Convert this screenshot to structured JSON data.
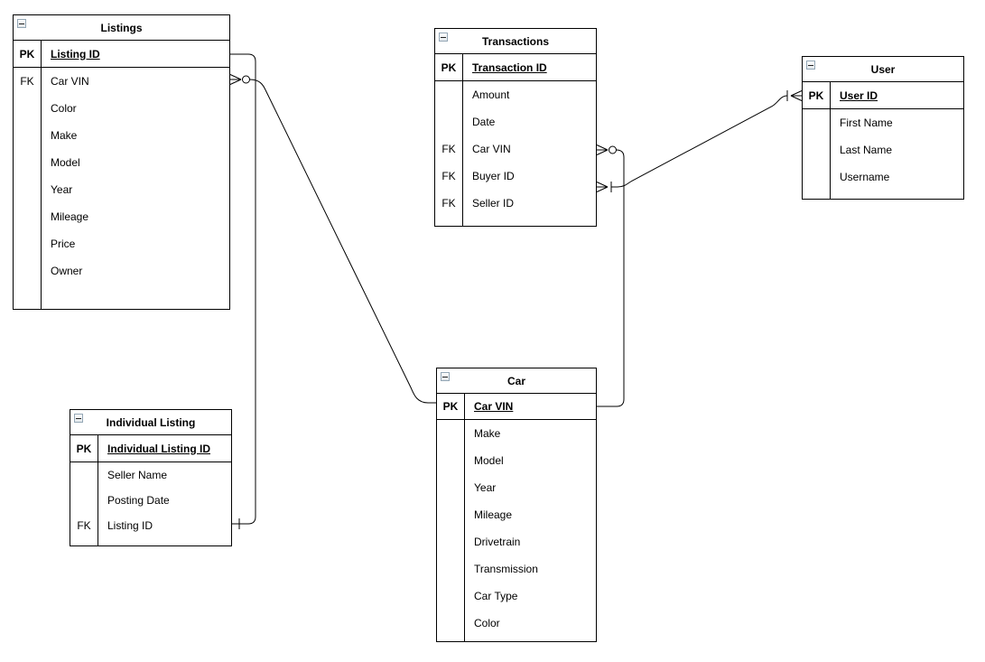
{
  "diagram": {
    "type": "entity-relationship-diagram",
    "colors": {
      "background": "#ffffff",
      "line": "#000000",
      "text": "#000000",
      "collapse_icon_border": "#93a6b5"
    },
    "collapse_icon_symbol": "minus"
  },
  "entities": [
    {
      "id": "listings",
      "title": "Listings",
      "fields": [
        {
          "key": "PK",
          "name": "Listing ID",
          "is_pk": true
        },
        {
          "key": "FK",
          "name": "Car VIN"
        },
        {
          "key": "",
          "name": "Color"
        },
        {
          "key": "",
          "name": "Make"
        },
        {
          "key": "",
          "name": "Model"
        },
        {
          "key": "",
          "name": "Year"
        },
        {
          "key": "",
          "name": "Mileage"
        },
        {
          "key": "",
          "name": "Price"
        },
        {
          "key": "",
          "name": "Owner"
        }
      ]
    },
    {
      "id": "transactions",
      "title": "Transactions",
      "fields": [
        {
          "key": "PK",
          "name": "Transaction ID",
          "is_pk": true
        },
        {
          "key": "",
          "name": "Amount"
        },
        {
          "key": "",
          "name": "Date"
        },
        {
          "key": "FK",
          "name": "Car VIN"
        },
        {
          "key": "FK",
          "name": "Buyer ID"
        },
        {
          "key": "FK",
          "name": "Seller ID"
        }
      ]
    },
    {
      "id": "user",
      "title": "User",
      "fields": [
        {
          "key": "PK",
          "name": "User ID",
          "is_pk": true
        },
        {
          "key": "",
          "name": "First Name"
        },
        {
          "key": "",
          "name": "Last Name"
        },
        {
          "key": "",
          "name": "Username"
        }
      ]
    },
    {
      "id": "individual-listing",
      "title": "Individual Listing",
      "fields": [
        {
          "key": "PK",
          "name": "Individual Listing ID",
          "is_pk": true
        },
        {
          "key": "",
          "name": "Seller Name"
        },
        {
          "key": "",
          "name": "Posting Date"
        },
        {
          "key": "FK",
          "name": "Listing ID"
        }
      ]
    },
    {
      "id": "car",
      "title": "Car",
      "fields": [
        {
          "key": "PK",
          "name": "Car VIN",
          "is_pk": true
        },
        {
          "key": "",
          "name": "Make"
        },
        {
          "key": "",
          "name": "Model"
        },
        {
          "key": "",
          "name": "Year"
        },
        {
          "key": "",
          "name": "Mileage"
        },
        {
          "key": "",
          "name": "Drivetrain"
        },
        {
          "key": "",
          "name": "Transmission"
        },
        {
          "key": "",
          "name": "Car Type"
        },
        {
          "key": "",
          "name": "Color"
        }
      ]
    }
  ],
  "relationships": [
    {
      "from_entity": "Listings",
      "from_field": "Car VIN",
      "from_notation": "zero-or-many",
      "to_entity": "Car",
      "to_field": "Car VIN",
      "to_notation": "plain"
    },
    {
      "from_entity": "Individual Listing",
      "from_field": "Listing ID",
      "from_notation": "one",
      "to_entity": "Listings",
      "to_field": "Listing ID",
      "to_notation": "plain"
    },
    {
      "from_entity": "Transactions",
      "from_field": "Car VIN",
      "from_notation": "zero-or-many",
      "to_entity": "Car",
      "to_field": "Car VIN",
      "to_notation": "plain"
    },
    {
      "from_entity": "Transactions",
      "from_field": "Buyer ID / Seller ID",
      "from_notation": "one-or-many",
      "to_entity": "User",
      "to_field": "User ID",
      "to_notation": "one-or-many"
    }
  ]
}
